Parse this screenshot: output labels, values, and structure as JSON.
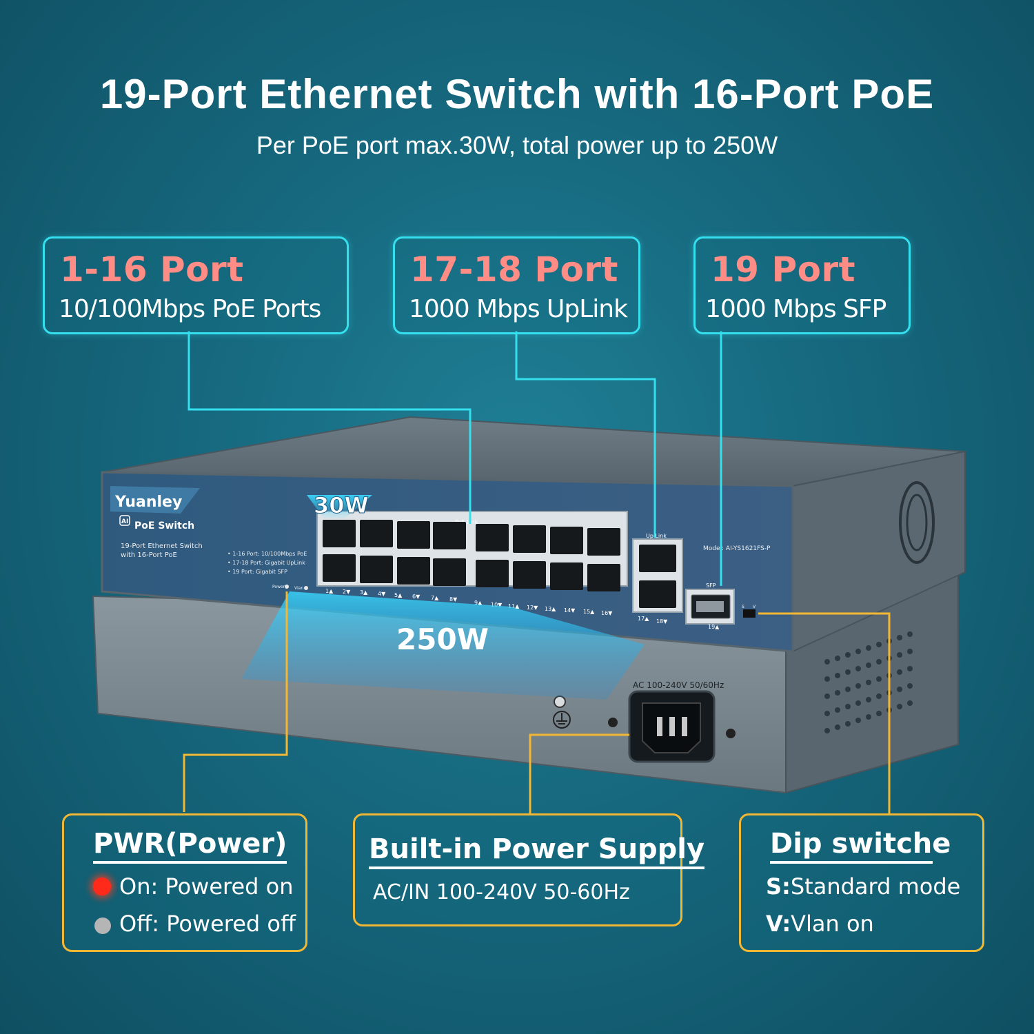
{
  "header": {
    "title": "19-Port Ethernet Switch with 16-Port PoE",
    "subtitle": "Per PoE port max.30W, total power up to 250W"
  },
  "callouts_top": [
    {
      "title": "1-16 Port",
      "desc": "10/100Mbps PoE Ports"
    },
    {
      "title": "17-18 Port",
      "desc": "1000 Mbps UpLink"
    },
    {
      "title": "19 Port",
      "desc": "1000 Mbps SFP"
    }
  ],
  "callouts_bottom": {
    "power": {
      "title": "PWR(Power)",
      "on": "On: Powered on",
      "off": "Off: Powered off"
    },
    "supply": {
      "title": "Built-in Power Supply",
      "desc": "AC/IN 100-240V 50-60Hz"
    },
    "dip": {
      "title": "Dip switche",
      "s_key": "S:",
      "s_text": "Standard mode",
      "v_key": "V:",
      "v_text": "Vlan on"
    }
  },
  "device": {
    "brand": "Yuanley",
    "ai_badge": "AI",
    "product": "PoE Switch",
    "desc_line1": "19-Port Ethernet Switch",
    "desc_line2": "with 16-Port PoE",
    "spec1": "• 1-16 Port: 10/100Mbps PoE",
    "spec2": "• 17-18 Port: Gigabit UpLink",
    "spec3": "• 19 Port: Gigabit SFP",
    "power_led": "Power",
    "vlan_led": "Vlan",
    "per_port_power": "30W",
    "total_power": "250W",
    "poe_link_label": "PoE Link",
    "uplink_label": "Up Link",
    "sfp_label": "SFP",
    "model": "Model: AI-YS1621FS-P",
    "ac_label": "AC 100-240V 50/60Hz",
    "dip_s": "S",
    "dip_v": "V",
    "port_numbers": [
      "1▲",
      "2▼",
      "3▲",
      "4▼",
      "5▲",
      "6▼",
      "7▲",
      "8▼",
      "9▲",
      "10▼",
      "11▲",
      "12▼",
      "13▲",
      "14▼",
      "15▲",
      "16▼",
      "17▲",
      "18▼",
      "19▲"
    ]
  },
  "colors": {
    "cyan_outline": "#34e0ee",
    "yellow_outline": "#f2b733",
    "port_title": "#ff8d86",
    "led_on": "#ff2a1a",
    "led_off": "#b5b5b5"
  }
}
